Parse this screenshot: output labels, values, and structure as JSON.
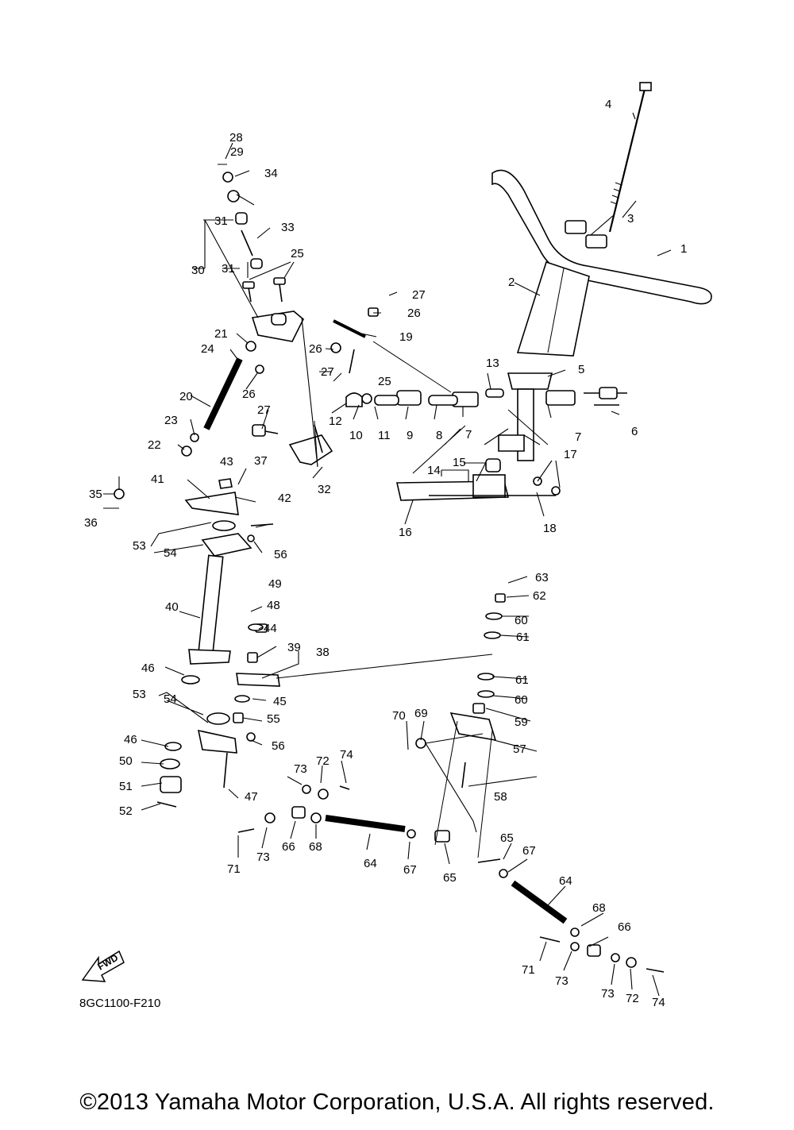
{
  "diagram": {
    "code": "8GC1100-F210",
    "fwd_label": "FWD",
    "callouts": [
      "1",
      "2",
      "3",
      "4",
      "5",
      "6",
      "7",
      "8",
      "9",
      "10",
      "11",
      "12",
      "13",
      "14",
      "15",
      "16",
      "17",
      "18",
      "19",
      "20",
      "21",
      "22",
      "23",
      "24",
      "25",
      "26",
      "27",
      "28",
      "29",
      "30",
      "31",
      "32",
      "33",
      "34",
      "35",
      "36",
      "37",
      "38",
      "39",
      "40",
      "41",
      "42",
      "43",
      "44",
      "45",
      "46",
      "47",
      "48",
      "49",
      "50",
      "51",
      "52",
      "53",
      "54",
      "55",
      "56",
      "57",
      "58",
      "59",
      "60",
      "61",
      "62",
      "63",
      "64",
      "65",
      "66",
      "67",
      "68",
      "69",
      "70",
      "71",
      "72",
      "73",
      "74"
    ]
  },
  "footer": {
    "copyright": "©2013 Yamaha Motor Corporation, U.S.A. All rights reserved."
  }
}
